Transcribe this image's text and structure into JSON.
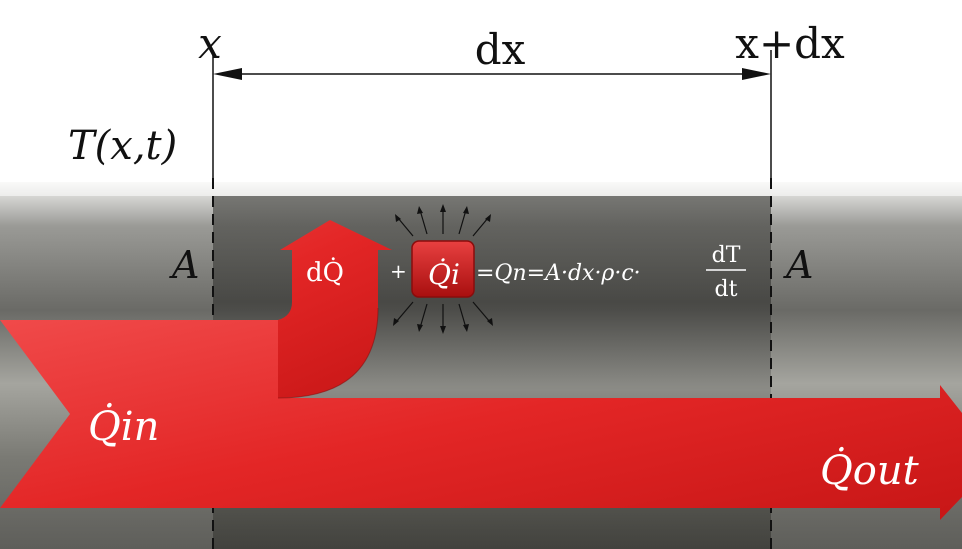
{
  "labels": {
    "x_left": "x",
    "x_right": "x+dx",
    "dx": "dx",
    "temperature": "T(x,t)",
    "area_left": "A",
    "area_right": "A",
    "q_in": "Q̇in",
    "q_out": "Q̇out",
    "dq": "dQ̇",
    "plus": "+",
    "q_i": "Q̇i",
    "balance": "=Qn=A·dx·ρ·c·",
    "fraction_numerator": "dT",
    "fraction_denominator": "dt"
  },
  "colors": {
    "arrow_red": "#e52b2b",
    "arrow_red_dark": "#b81515",
    "slab_grey": "#7d7d7d",
    "background": "#ffffff",
    "text_dark": "#111111",
    "text_light": "#ffffff"
  }
}
